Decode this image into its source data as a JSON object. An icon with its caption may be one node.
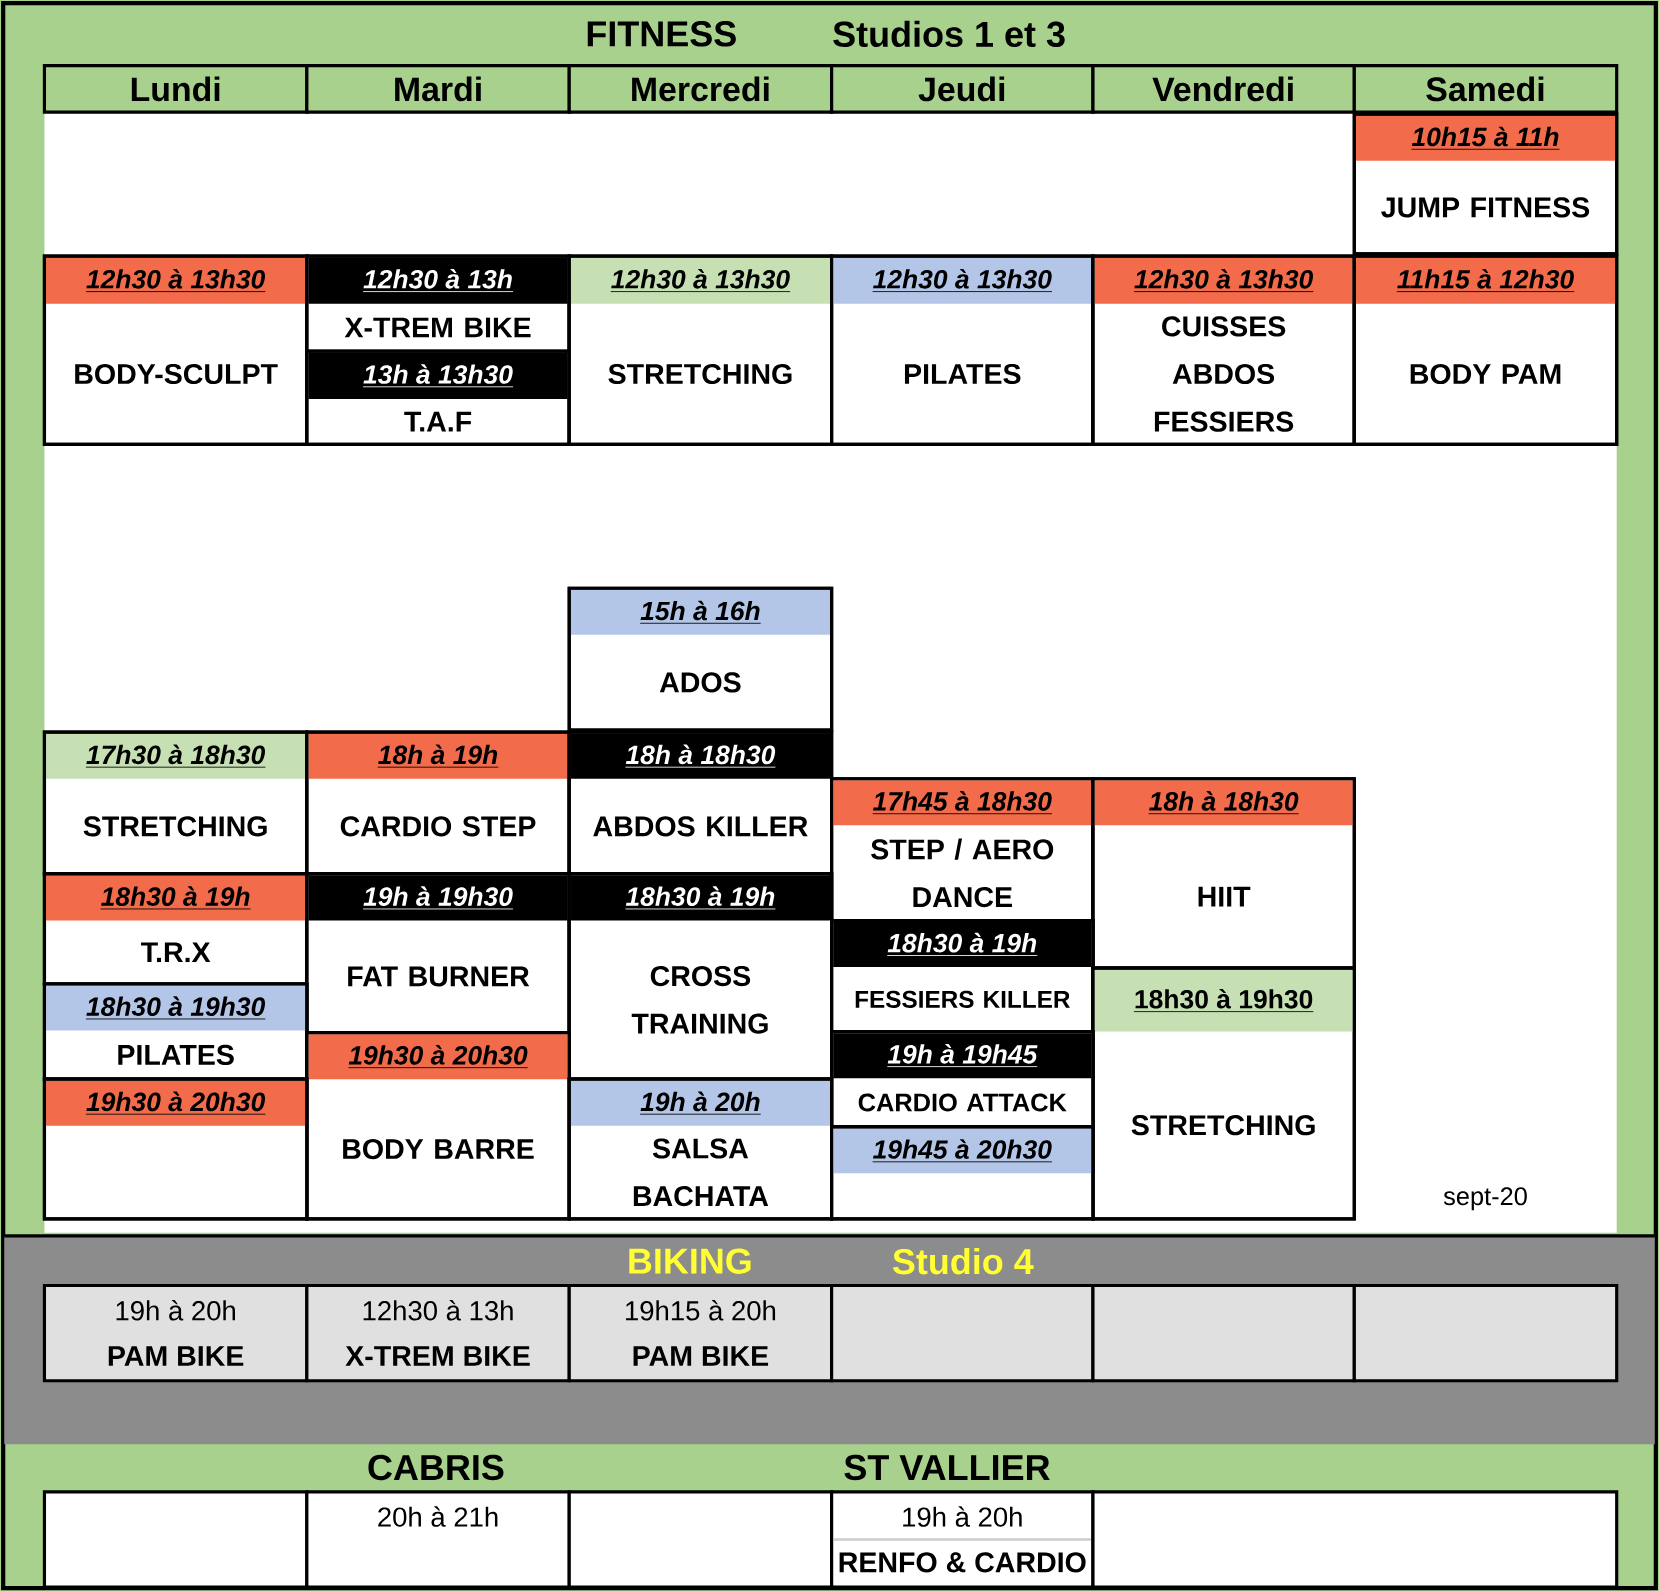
{
  "diagram": {
    "nodes": [
      {
        "text": [
          "Lundi"
        ]
      },
      {
        "text": [
          "Mardi"
        ]
      },
      {
        "text": [
          "Mercredi"
        ]
      },
      {
        "text": [
          "Jeudi"
        ]
      },
      {
        "text": [
          "Vendredi"
        ]
      },
      {
        "text": [
          "Samedi"
        ]
      },
      {
        "text": [
          "10h15 à 11h",
          "JUMP FITNESS"
        ]
      },
      {
        "text": [
          "12h30 à 13h30",
          "BODY-SCULPT"
        ]
      },
      {
        "text": [
          "12h30 à 13h",
          "X-TREM BIKE"
        ]
      },
      {
        "text": [
          "13h à 13h30",
          "T.A.F"
        ]
      },
      {
        "text": [
          "12h30 à 13h30",
          "STRETCHING"
        ]
      },
      {
        "text": [
          "12h30 à 13h30",
          "PILATES"
        ]
      },
      {
        "text": [
          "12h30 à 13h30",
          "CUISSES ABDOS FESSIERS"
        ]
      },
      {
        "text": [
          "11h15 à 12h30",
          "BODY PAM"
        ]
      },
      {
        "text": [
          "15h à 16h",
          "ADOS"
        ]
      },
      {
        "text": [
          "17h30 à 18h30",
          "STRETCHING"
        ]
      },
      {
        "text": [
          "18h à 19h",
          "CARDIO STEP"
        ]
      },
      {
        "text": [
          "18h à 18h30",
          "ABDOS KILLER"
        ]
      },
      {
        "text": [
          "17h45 à 18h30",
          "STEP / AERO DANCE"
        ]
      },
      {
        "text": [
          "18h à 18h30",
          "HIIT"
        ]
      },
      {
        "text": [
          "18h30 à 19h",
          "T.R.X"
        ]
      },
      {
        "text": [
          "19h à 19h30",
          "FAT BURNER"
        ]
      },
      {
        "text": [
          "18h30 à 19h",
          "CROSS TRAINING"
        ]
      },
      {
        "text": [
          "18h30 à 19h",
          "FESSIERS KILLER"
        ]
      },
      {
        "text": [
          "18h30 à 19h30",
          "STRETCHING"
        ]
      },
      {
        "text": [
          "18h30 à 19h30",
          "PILATES"
        ]
      },
      {
        "text": [
          "19h30 à 20h30",
          "BODY BARRE"
        ]
      },
      {
        "text": [
          "19h à 19h45",
          "CARDIO ATTACK"
        ]
      },
      {
        "text": [
          "19h30 à 20h30"
        ]
      },
      {
        "text": [
          "19h à 20h",
          "SALSA BACHATA"
        ]
      },
      {
        "text": [
          "19h45 à 20h30"
        ]
      },
      {
        "text": [
          "19h à 20h",
          "PAM BIKE"
        ]
      },
      {
        "text": [
          "12h30 à 13h",
          "X-TREM BIKE"
        ]
      },
      {
        "text": [
          "19h15 à 20h",
          "PAM BIKE"
        ]
      },
      {
        "text": [],
        "shape": "box"
      },
      {
        "text": [],
        "shape": "box"
      },
      {
        "text": [],
        "shape": "box"
      },
      {
        "text": [],
        "shape": "box"
      },
      {
        "text": [
          "20h à 21h"
        ]
      },
      {
        "text": [],
        "shape": "box"
      },
      {
        "text": [
          "19h à 20h",
          "RENFO & CARDIO"
        ]
      },
      {
        "text": [],
        "shape": "box"
      }
    ],
    "labels": [
      "FITNESS",
      "Studios 1 et 3",
      "sept-20",
      "BIKING",
      "Studio 4",
      "CABRIS",
      "ST VALLIER"
    ]
  }
}
